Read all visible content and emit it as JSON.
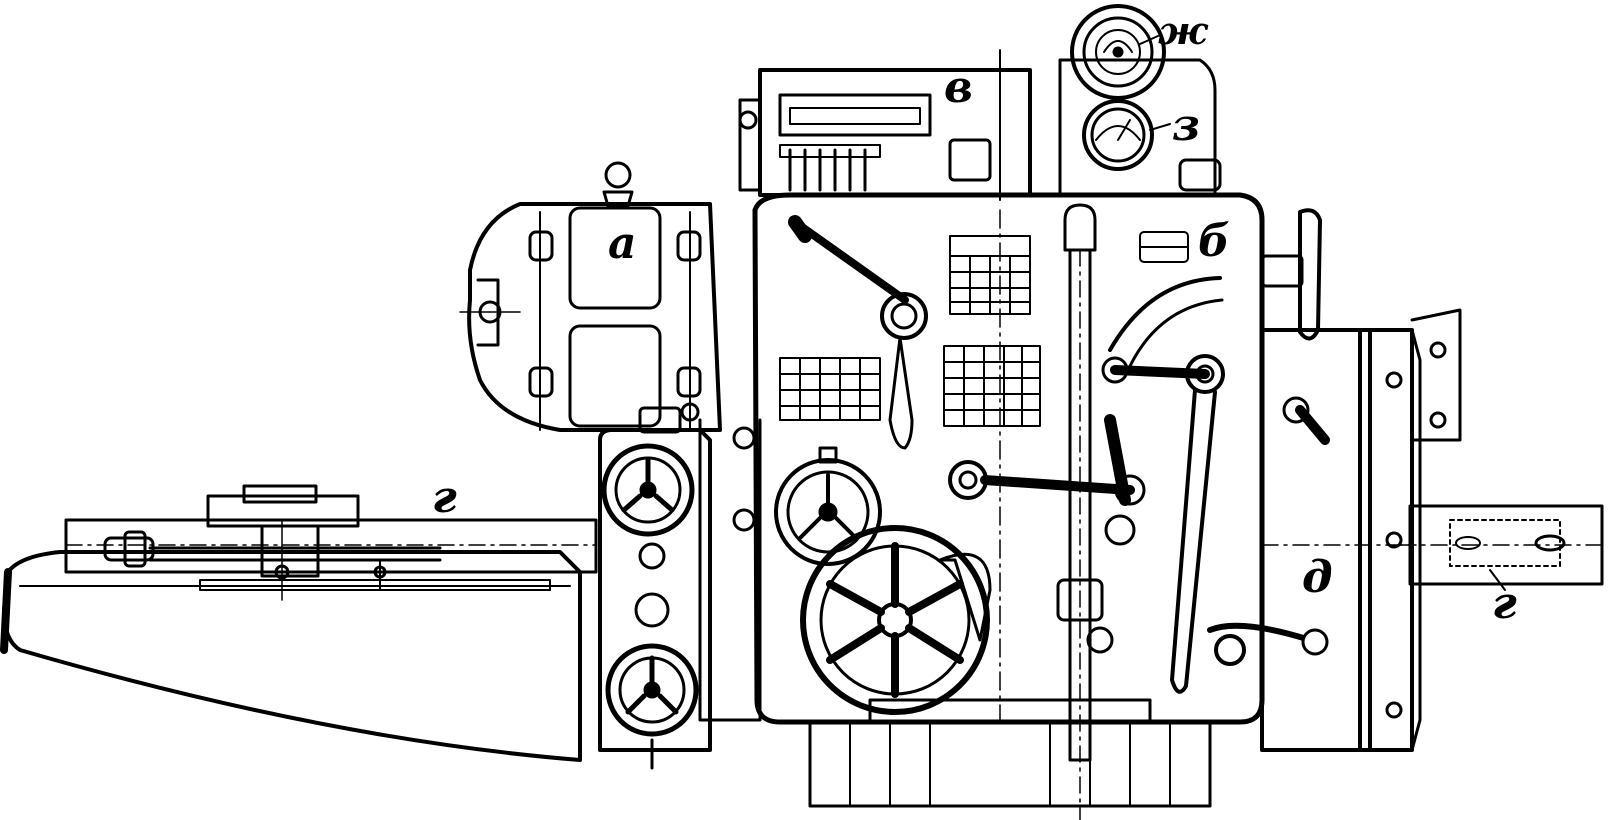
{
  "labels": {
    "a": "а",
    "b": "б",
    "v": "в",
    "g_left": "г",
    "g_right": "г",
    "d": "д",
    "zh": "ж",
    "z": "з"
  }
}
